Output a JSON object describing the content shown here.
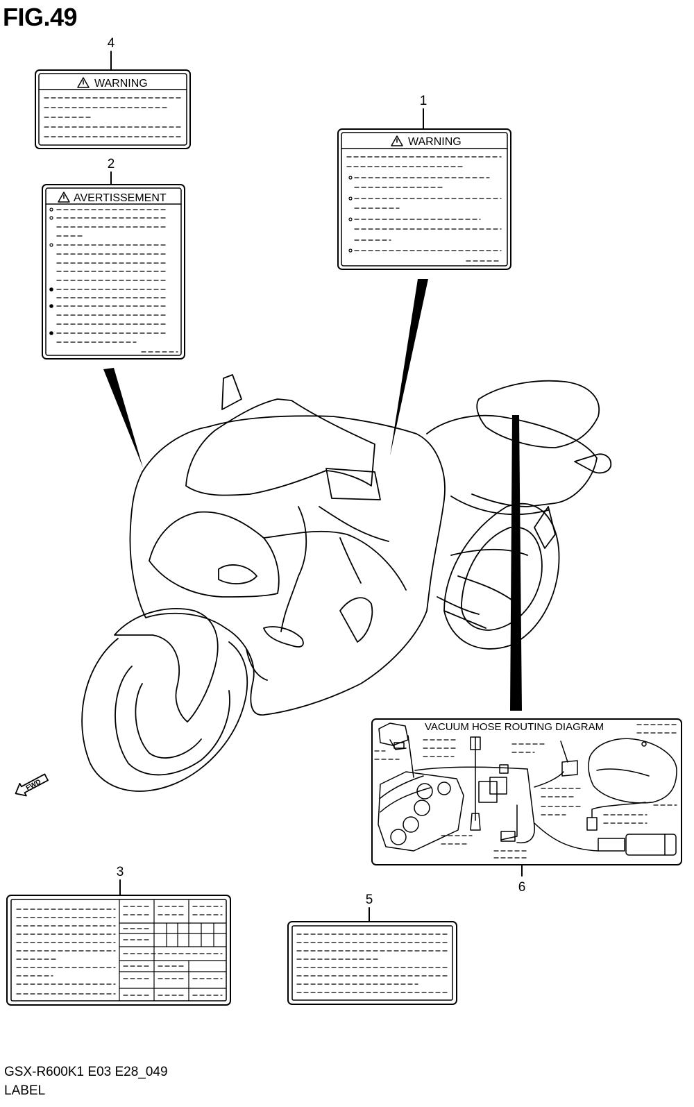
{
  "header": {
    "figure_title": "FIG.49"
  },
  "callouts": {
    "c1": "1",
    "c2": "2",
    "c3": "3",
    "c4": "4",
    "c5": "5",
    "c6": "6"
  },
  "labels": {
    "warning_1": {
      "heading": "WARNING",
      "icon": "warning-triangle-icon"
    },
    "warning_4": {
      "heading": "WARNING",
      "icon": "warning-triangle-icon"
    },
    "avertissement_2": {
      "heading": "AVERTISSEMENT",
      "icon": "warning-triangle-icon"
    },
    "vacuum_6": {
      "heading": "VACUUM  HOSE  ROUTING  DIAGRAM"
    }
  },
  "direction_marker": {
    "text": "FWD",
    "icon": "forward-arrow-icon"
  },
  "footer": {
    "model_code": "GSX-R600K1 E03 E28_049",
    "section": "LABEL"
  }
}
